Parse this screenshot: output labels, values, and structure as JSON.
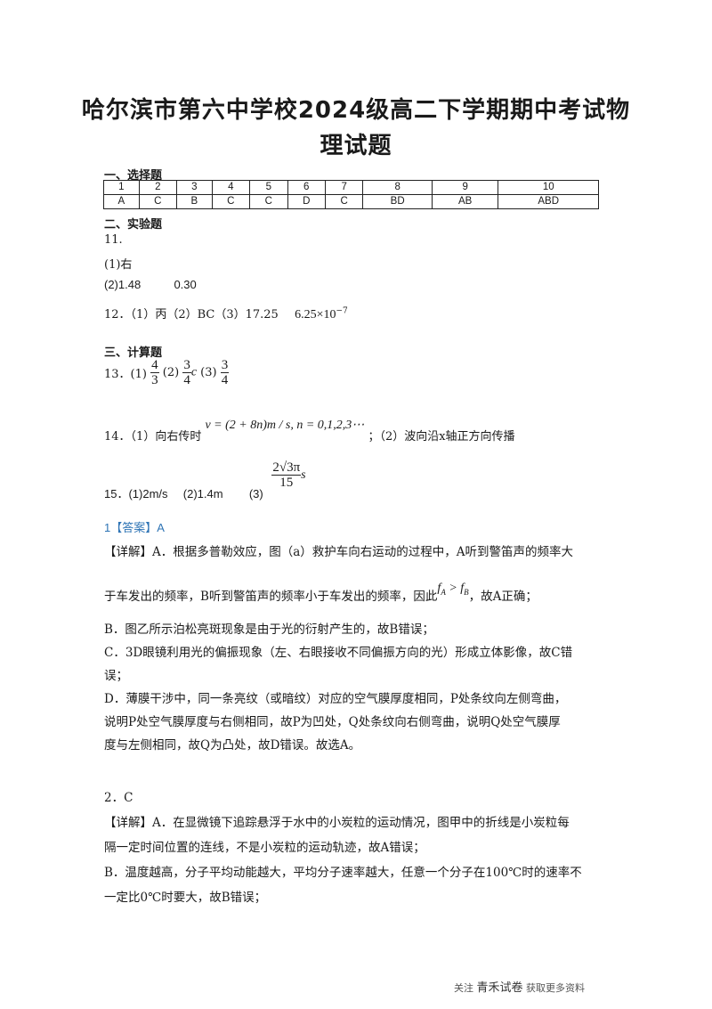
{
  "title": {
    "line1": "哈尔滨市第六中学校2024级高二下学期期中考试物",
    "line2": "理试题"
  },
  "sections": {
    "s1": "一、选择题",
    "s2": "二、实验题",
    "s3": "三、计算题"
  },
  "answer_table": {
    "numbers": [
      "1",
      "2",
      "3",
      "4",
      "5",
      "6",
      "7",
      "8",
      "9",
      "10"
    ],
    "answers": [
      "A",
      "C",
      "B",
      "C",
      "C",
      "D",
      "C",
      "BD",
      "AB",
      "ABD"
    ]
  },
  "q11": {
    "label": "11.",
    "p1": "(1)右",
    "p2a": "(2)1.48",
    "p2b": "0.30"
  },
  "q12": {
    "text": "12．（1）丙（2）BC（3）17.25",
    "value": "6.25×10",
    "exp": "−7"
  },
  "q13": {
    "label": "13．(1)",
    "f1n": "4",
    "f1d": "3",
    "p2": "(2)",
    "f2n": "3",
    "f2d": "4",
    "c": "c",
    "p3": "(3)",
    "f3n": "3",
    "f3d": "4"
  },
  "q14": {
    "label": "14．（1）向右传时",
    "formula": "v = (2 + 8n)m / s, n = 0,1,2,3⋯",
    "rest": "；（2）波向沿x轴正方向传播"
  },
  "q15": {
    "a": "15．(1)2m/s",
    "b": "(2)1.4m",
    "c": "(3)",
    "num": "2√3π",
    "den": "15",
    "unit": "s"
  },
  "detail1": {
    "head": "1【答案】A",
    "p1a": "【详解】A．根据多普勒效应，图（a）救护车向右运动的过程中，A听到警笛声的频率大",
    "p1b": "于车发出的频率，B听到警笛声的频率小于车发出的频率，因此",
    "ineq": "f",
    "subA": "A",
    "gt": " > f",
    "subB": "B",
    "p1c": "，故A正确；",
    "p2": "B．图乙所示泊松亮斑现象是由于光的衍射产生的，故B错误；",
    "p3a": "C．3D眼镜利用光的偏振现象（左、右眼接收不同偏振方向的光）形成立体影像，故C错",
    "p3b": "误；",
    "p4a": "D．薄膜干涉中，同一条亮纹（或暗纹）对应的空气膜厚度相同，P处条纹向左侧弯曲，",
    "p4b": "说明P处空气膜厚度与右侧相同，故P为凹处，Q处条纹向右侧弯曲，说明Q处空气膜厚",
    "p4c": "度与左侧相同，故Q为凸处，故D错误。故选A。"
  },
  "detail2": {
    "head": "2．C",
    "p1a": "【详解】A．在显微镜下追踪悬浮于水中的小炭粒的运动情况，图甲中的折线是小炭粒每",
    "p1b": "隔一定时间位置的连线，不是小炭粒的运动轨迹，故A错误；",
    "p2a": "B．温度越高，分子平均动能越大，平均分子速率越大，任意一个分子在100℃时的速率不",
    "p2b": "一定比0℃时要大，故B错误；"
  },
  "footer": {
    "pre": "关注",
    "brand": "青禾试卷",
    "post": "获取更多资料"
  }
}
